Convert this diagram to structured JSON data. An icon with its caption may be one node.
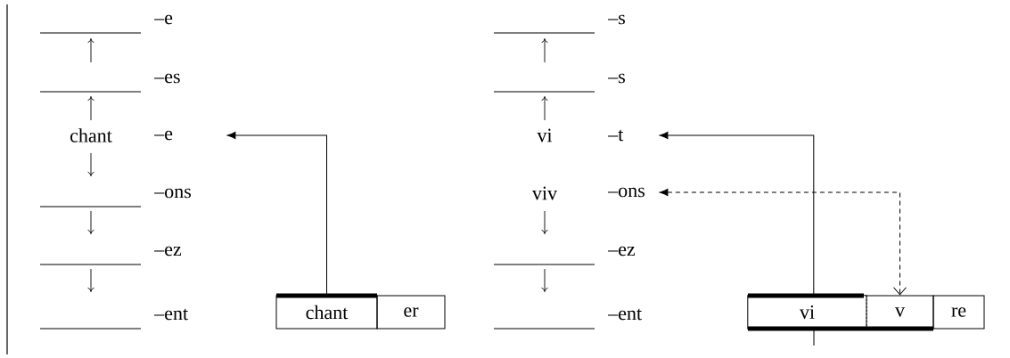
{
  "diagram": {
    "nodes": [
      {
        "text": [
          "–e"
        ]
      },
      {
        "text": [
          "–t"
        ]
      },
      {
        "text": [
          "–ons"
        ]
      },
      {
        "text": [
          "chant"
        ]
      },
      {
        "text": [
          "er"
        ]
      },
      {
        "text": [
          "vi"
        ]
      },
      {
        "text": [
          "v"
        ]
      },
      {
        "text": [
          "re"
        ]
      }
    ],
    "edges": [
      {
        "from": 3,
        "to": 0,
        "arrow": "to"
      },
      {
        "from": 5,
        "to": 1,
        "arrow": "to"
      },
      {
        "from": 2,
        "to": 6,
        "arrow": "both",
        "style": "dashed"
      }
    ],
    "labels": [
      "–e",
      "–es",
      "chant",
      "–ons",
      "–ez",
      "–ent",
      "–s",
      "–s",
      "vi",
      "viv",
      "–ez",
      "–ent"
    ]
  }
}
